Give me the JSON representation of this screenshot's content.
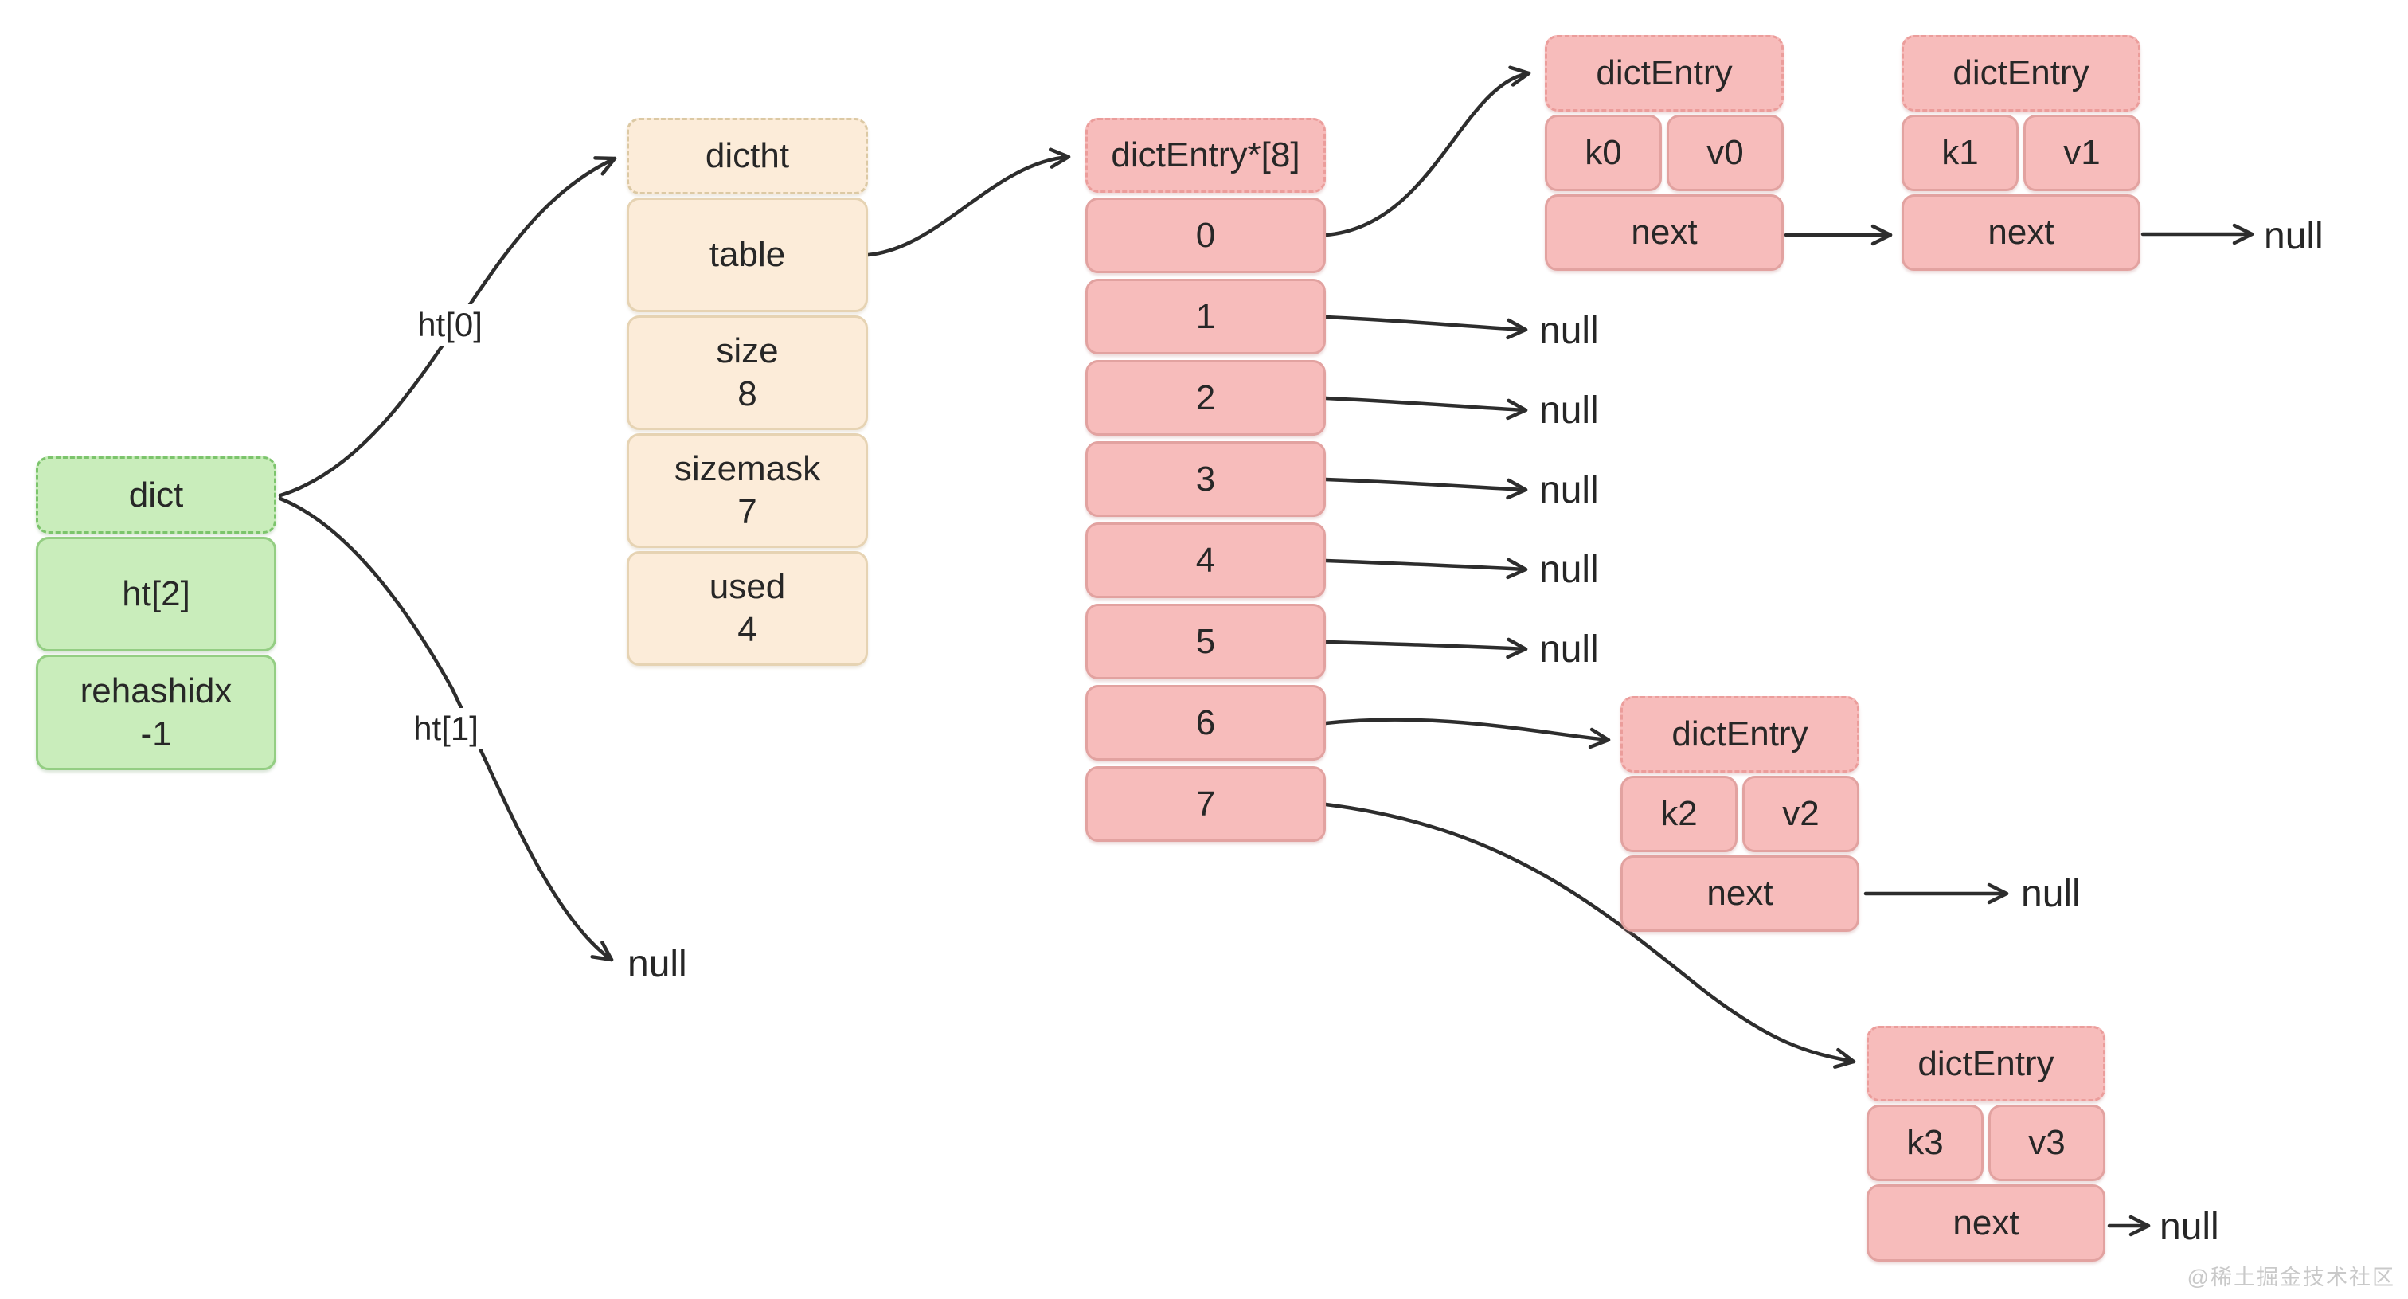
{
  "diagram_title": "redis-dict-structure",
  "dict_box": {
    "title": "dict",
    "fields": [
      {
        "label": "ht[2]",
        "value": ""
      },
      {
        "label": "rehashidx",
        "value": "-1"
      }
    ]
  },
  "dictht_box": {
    "title": "dictht",
    "fields": [
      {
        "label": "table",
        "value": ""
      },
      {
        "label": "size",
        "value": "8"
      },
      {
        "label": "sizemask",
        "value": "7"
      },
      {
        "label": "used",
        "value": "4"
      }
    ]
  },
  "bucket_array": {
    "title": "dictEntry*[8]",
    "slots": [
      "0",
      "1",
      "2",
      "3",
      "4",
      "5",
      "6",
      "7"
    ]
  },
  "entries": [
    {
      "title": "dictEntry",
      "key": "k0",
      "value": "v0",
      "next_label": "next"
    },
    {
      "title": "dictEntry",
      "key": "k1",
      "value": "v1",
      "next_label": "next"
    },
    {
      "title": "dictEntry",
      "key": "k2",
      "value": "v2",
      "next_label": "next"
    },
    {
      "title": "dictEntry",
      "key": "k3",
      "value": "v3",
      "next_label": "next"
    }
  ],
  "pointer_labels": {
    "ht0": "ht[0]",
    "ht1": "ht[1]"
  },
  "null_label": "null",
  "watermark": "@稀土掘金技术社区",
  "colors": {
    "background": "#ffffff",
    "green_fill": "#c9edbb",
    "green_border": "#94ce83",
    "beige_fill": "#fcecd9",
    "beige_border": "#e6d3b3",
    "pink_fill": "#f7bcbb",
    "pink_border": "#e2a2a0",
    "arrow": "#2d2d2d",
    "text": "#272727",
    "watermark_text": "#c9c9c9"
  }
}
